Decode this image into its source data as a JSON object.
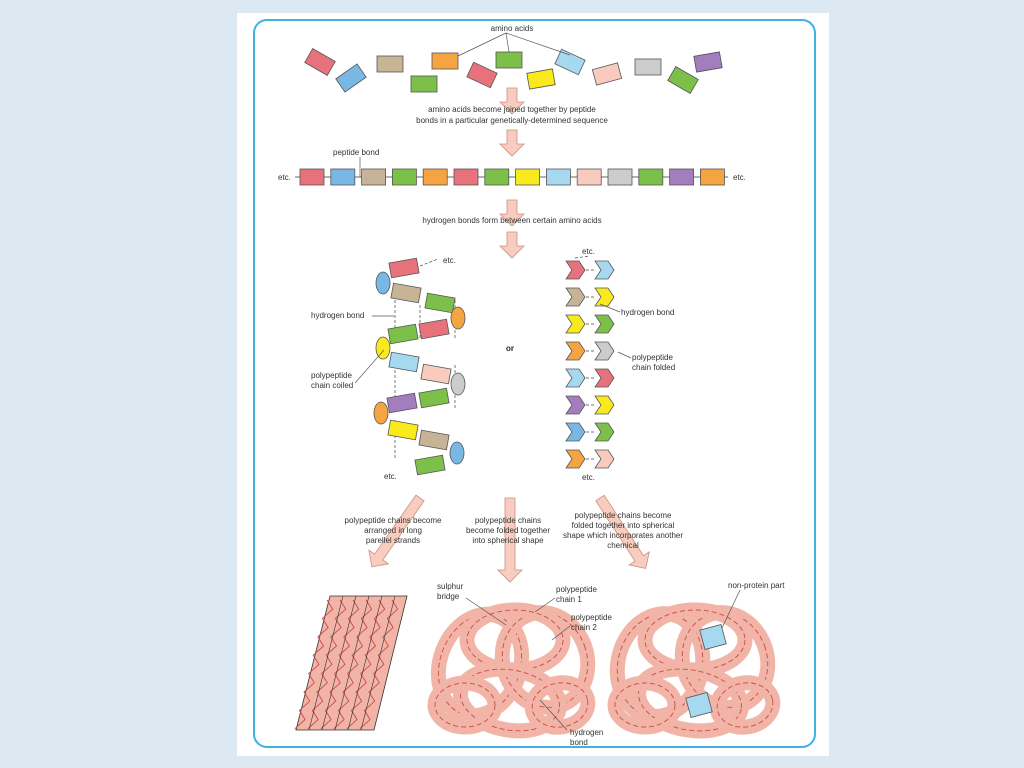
{
  "labels": {
    "amino_acids": "amino acids",
    "step1_line1": "amino acids become joined together by peptide",
    "step1_line2": "bonds in a particular genetically-determined sequence",
    "peptide_bond": "peptide bond",
    "etc": "etc.",
    "step2": "hydrogen bonds form between certain amino acids",
    "hydrogen_bond": "hydrogen bond",
    "chain_coiled_1": "polypeptide",
    "chain_coiled_2": "chain coiled",
    "or": "or",
    "chain_folded_1": "polypeptide",
    "chain_folded_2": "chain folded",
    "left_cap_1": "polypeptide chains become",
    "left_cap_2": "arranged in long",
    "left_cap_3": "parellel strands",
    "mid_cap_1": "polypeptide chains",
    "mid_cap_2": "become folded together",
    "mid_cap_3": "into spherical shape",
    "right_cap_1": "polypeptide chains become",
    "right_cap_2": "folded together into spherical",
    "right_cap_3": "shape which incorporates another",
    "right_cap_4": "chemical",
    "sulphur_1": "sulphur",
    "sulphur_2": "bridge",
    "chain1_1": "polypeptide",
    "chain1_2": "chain 1",
    "chain2_1": "polypeptide",
    "chain2_2": "chain 2",
    "hbond_bottom_1": "hydrogen",
    "hbond_bottom_2": "bond",
    "non_protein": "non-protein part"
  },
  "colors": {
    "background": "#dce9f2",
    "frame_border": "#3fb1e2",
    "arrow_fill": "#f8cdbf",
    "arrow_stroke": "#c98f7f",
    "protein_fill": "#f2b4a6",
    "protein_line": "#c94a4a",
    "non_protein_fill": "#a6d9ef",
    "amino": {
      "red": "#e8727c",
      "blue": "#79b8e4",
      "tan": "#c7b497",
      "green": "#7cc04a",
      "orange": "#f5a442",
      "yellow": "#f8ea1d",
      "lightblue": "#a6d9ef",
      "pink": "#f9cbbf",
      "grey": "#cccccc",
      "purple": "#a47dbf"
    }
  },
  "icons": {
    "amino_acid": "rectangle-block-icon",
    "flow_arrow": "down-arrow-icon"
  }
}
